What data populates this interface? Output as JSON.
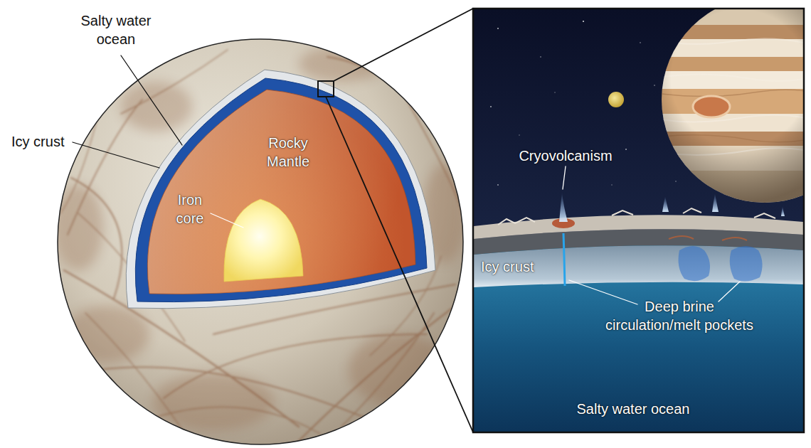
{
  "diagram": {
    "labels": [
      "Salty water ocean",
      "Icy crust",
      "Rocky Mantle",
      "Iron core",
      "Cryovolcanism",
      "Icy crust",
      "Deep brine circulation/melt pockets",
      "Salty water ocean"
    ]
  }
}
